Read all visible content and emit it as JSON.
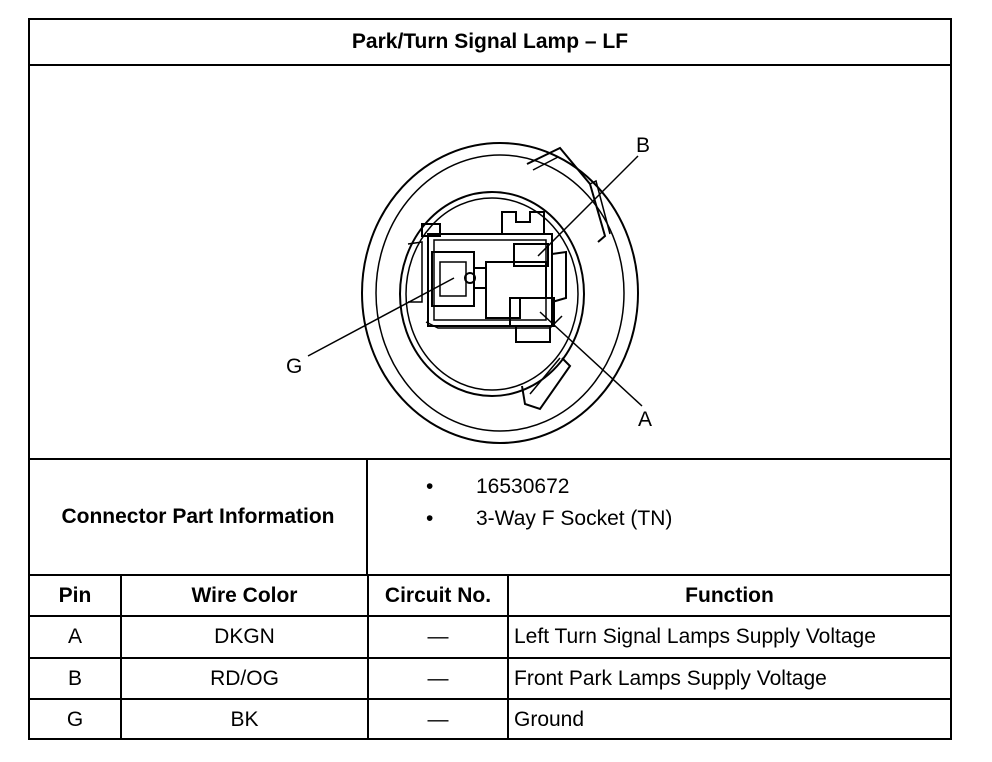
{
  "title": "Park/Turn Signal Lamp – LF",
  "diagram": {
    "callouts": [
      "B",
      "G",
      "A"
    ]
  },
  "connector_info": {
    "label": "Connector Part Information",
    "items": [
      "16530672",
      "3-Way F Socket (TN)"
    ],
    "bullet": "•"
  },
  "pin_table": {
    "headers": [
      "Pin",
      "Wire Color",
      "Circuit No.",
      "Function"
    ],
    "rows": [
      {
        "pin": "A",
        "wire": "DKGN",
        "circuit": "—",
        "function": "Left Turn Signal Lamps Supply Voltage"
      },
      {
        "pin": "B",
        "wire": "RD/OG",
        "circuit": "—",
        "function": "Front Park Lamps Supply Voltage"
      },
      {
        "pin": "G",
        "wire": "BK",
        "circuit": "—",
        "function": "Ground"
      }
    ]
  }
}
